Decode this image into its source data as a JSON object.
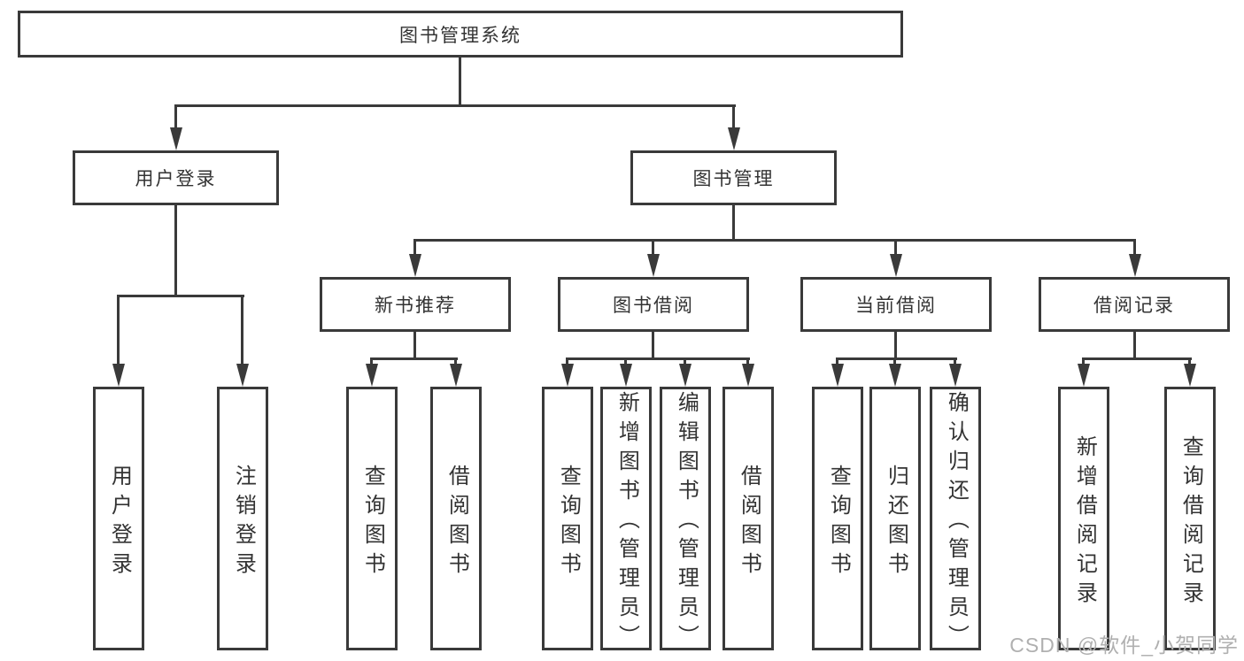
{
  "tree": {
    "root": {
      "label": "图书管理系统",
      "children": [
        {
          "label": "用户登录",
          "children": [
            {
              "label": "用户登录"
            },
            {
              "label": "注销登录"
            }
          ]
        },
        {
          "label": "图书管理",
          "children": [
            {
              "label": "新书推荐",
              "children": [
                {
                  "label": "查询图书"
                },
                {
                  "label": "借阅图书"
                }
              ]
            },
            {
              "label": "图书借阅",
              "children": [
                {
                  "label": "查询图书"
                },
                {
                  "label": "新增图书（管理员）"
                },
                {
                  "label": "编辑图书（管理员）"
                },
                {
                  "label": "借阅图书"
                }
              ]
            },
            {
              "label": "当前借阅",
              "children": [
                {
                  "label": "查询图书"
                },
                {
                  "label": "归还图书"
                },
                {
                  "label": "确认归还（管理员）"
                }
              ]
            },
            {
              "label": "借阅记录",
              "children": [
                {
                  "label": "新增借阅记录"
                },
                {
                  "label": "查询借阅记录"
                }
              ]
            }
          ]
        }
      ]
    }
  },
  "watermark": {
    "text": "CSDN @软件_小贺同学"
  },
  "colors": {
    "line": "#3a3a3a",
    "text": "#333333",
    "watermark": "#b0b0b0",
    "background": "#ffffff"
  }
}
